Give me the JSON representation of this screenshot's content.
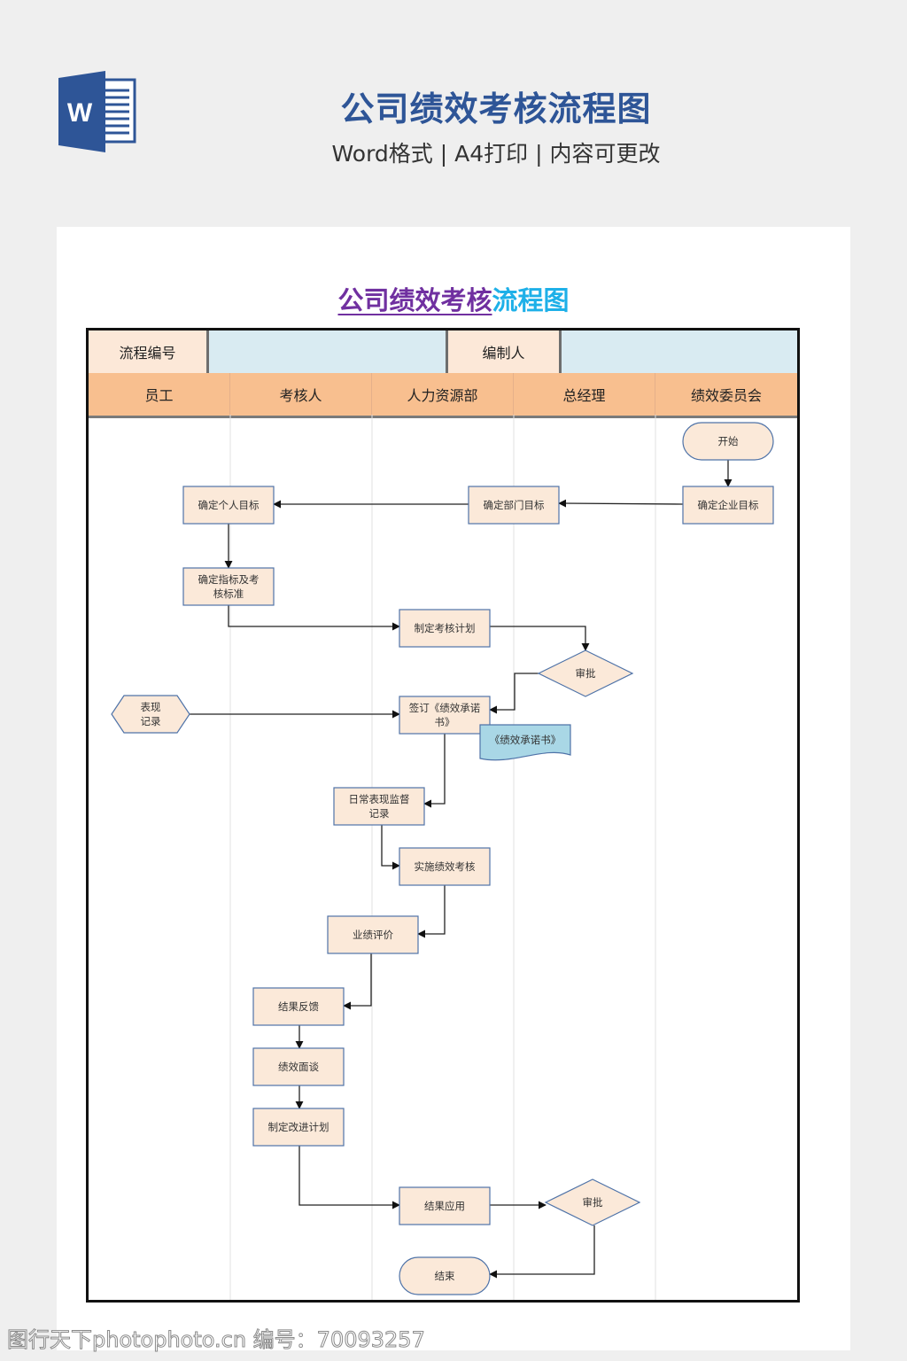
{
  "header": {
    "icon": "word-icon",
    "icon_letter": "W",
    "title": "公司绩效考核流程图",
    "subtitle": "Word格式 | A4打印 | 内容可更改"
  },
  "document": {
    "title_part1": "公司绩效考核",
    "title_part2": "流程图",
    "info_row": {
      "process_no_label": "流程编号",
      "process_no_value": "",
      "editor_label": "编制人",
      "editor_value": ""
    },
    "lanes": [
      "员工",
      "考核人",
      "人力资源部",
      "总经理",
      "绩效委员会"
    ],
    "colors": {
      "node_fill": "#fbe9d9",
      "node_stroke": "#4f73a8",
      "doc_fill": "#a9d7e6",
      "lane_header": "#f8bf8f",
      "info_label": "#fce8d8",
      "info_value": "#d9ebf2"
    },
    "nodes": [
      {
        "id": "start",
        "type": "terminator",
        "lane": "绩效委员会",
        "lines": [
          "开始"
        ]
      },
      {
        "id": "corp_goal",
        "type": "process",
        "lane": "绩效委员会",
        "lines": [
          "确定企业目标"
        ]
      },
      {
        "id": "dept_goal",
        "type": "process",
        "lane": "总经理",
        "lines": [
          "确定部门目标"
        ]
      },
      {
        "id": "personal_goal",
        "type": "process",
        "lane": "员工",
        "lines": [
          "确定个人目标"
        ]
      },
      {
        "id": "indicators",
        "type": "process",
        "lane": "员工",
        "lines": [
          "确定指标及考",
          "核标准"
        ]
      },
      {
        "id": "plan",
        "type": "process",
        "lane": "人力资源部",
        "lines": [
          "制定考核计划"
        ]
      },
      {
        "id": "approve1",
        "type": "decision",
        "lane": "总经理",
        "lines": [
          "审批"
        ]
      },
      {
        "id": "record",
        "type": "hexagon",
        "lane": "员工",
        "lines": [
          "表现",
          "记录"
        ]
      },
      {
        "id": "sign",
        "type": "process",
        "lane": "人力资源部",
        "lines": [
          "签订《绩效承诺",
          "书》"
        ]
      },
      {
        "id": "doc",
        "type": "document",
        "lane": "总经理",
        "lines": [
          "《绩效承诺书》"
        ]
      },
      {
        "id": "monitor",
        "type": "process",
        "lane": "考核人",
        "lines": [
          "日常表现监督",
          "记录"
        ]
      },
      {
        "id": "implement",
        "type": "process",
        "lane": "人力资源部",
        "lines": [
          "实施绩效考核"
        ]
      },
      {
        "id": "evaluate",
        "type": "process",
        "lane": "考核人",
        "lines": [
          "业绩评价"
        ]
      },
      {
        "id": "feedback",
        "type": "process",
        "lane": "考核人",
        "lines": [
          "结果反馈"
        ]
      },
      {
        "id": "interview",
        "type": "process",
        "lane": "考核人",
        "lines": [
          "绩效面谈"
        ]
      },
      {
        "id": "improve",
        "type": "process",
        "lane": "考核人",
        "lines": [
          "制定改进计划"
        ]
      },
      {
        "id": "apply",
        "type": "process",
        "lane": "人力资源部",
        "lines": [
          "结果应用"
        ]
      },
      {
        "id": "approve2",
        "type": "decision",
        "lane": "总经理",
        "lines": [
          "审批"
        ]
      },
      {
        "id": "end",
        "type": "terminator",
        "lane": "人力资源部",
        "lines": [
          "结束"
        ]
      }
    ],
    "edges": [
      {
        "from": "start",
        "to": "corp_goal"
      },
      {
        "from": "corp_goal",
        "to": "dept_goal"
      },
      {
        "from": "dept_goal",
        "to": "personal_goal"
      },
      {
        "from": "personal_goal",
        "to": "indicators"
      },
      {
        "from": "indicators",
        "to": "plan"
      },
      {
        "from": "plan",
        "to": "approve1"
      },
      {
        "from": "approve1",
        "to": "sign"
      },
      {
        "from": "record",
        "to": "sign"
      },
      {
        "from": "sign",
        "to": "monitor"
      },
      {
        "from": "monitor",
        "to": "implement"
      },
      {
        "from": "implement",
        "to": "evaluate"
      },
      {
        "from": "evaluate",
        "to": "feedback"
      },
      {
        "from": "feedback",
        "to": "interview"
      },
      {
        "from": "interview",
        "to": "improve"
      },
      {
        "from": "improve",
        "to": "apply"
      },
      {
        "from": "apply",
        "to": "approve2"
      },
      {
        "from": "approve2",
        "to": "end"
      }
    ]
  },
  "watermark": "图行天下photophoto.cn 编号：70093257"
}
